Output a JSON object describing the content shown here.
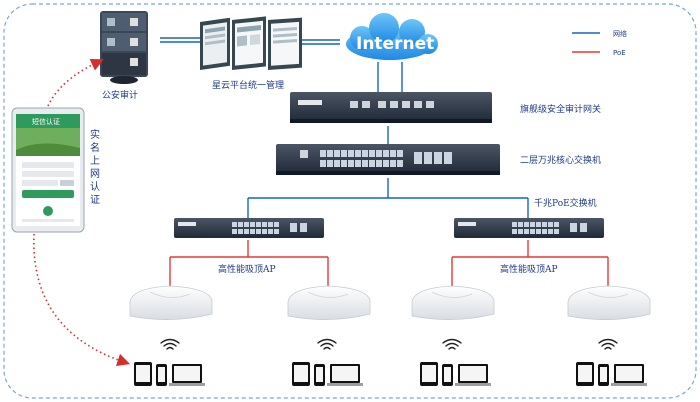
{
  "labels": {
    "police_audit": "公安审计",
    "cloud_platform": "星云平台统一管理",
    "internet": "Internet",
    "gateway": "旗舰级安全审计网关",
    "core_switch": "二层万兆核心交换机",
    "poe_switch": "千兆PoE交换机",
    "ap_left": "高性能吸顶AP",
    "ap_right": "高性能吸顶AP",
    "vertical_caption": "实名上网认证"
  },
  "legend": {
    "network_label": "网络",
    "network_color": "#1565c0",
    "poe_label": "PoE",
    "poe_color": "#e53935"
  },
  "phone_screen": {
    "title": "短信认证"
  },
  "colors": {
    "frame": "#7aa7d9",
    "auth_path": "#d32f2f"
  }
}
